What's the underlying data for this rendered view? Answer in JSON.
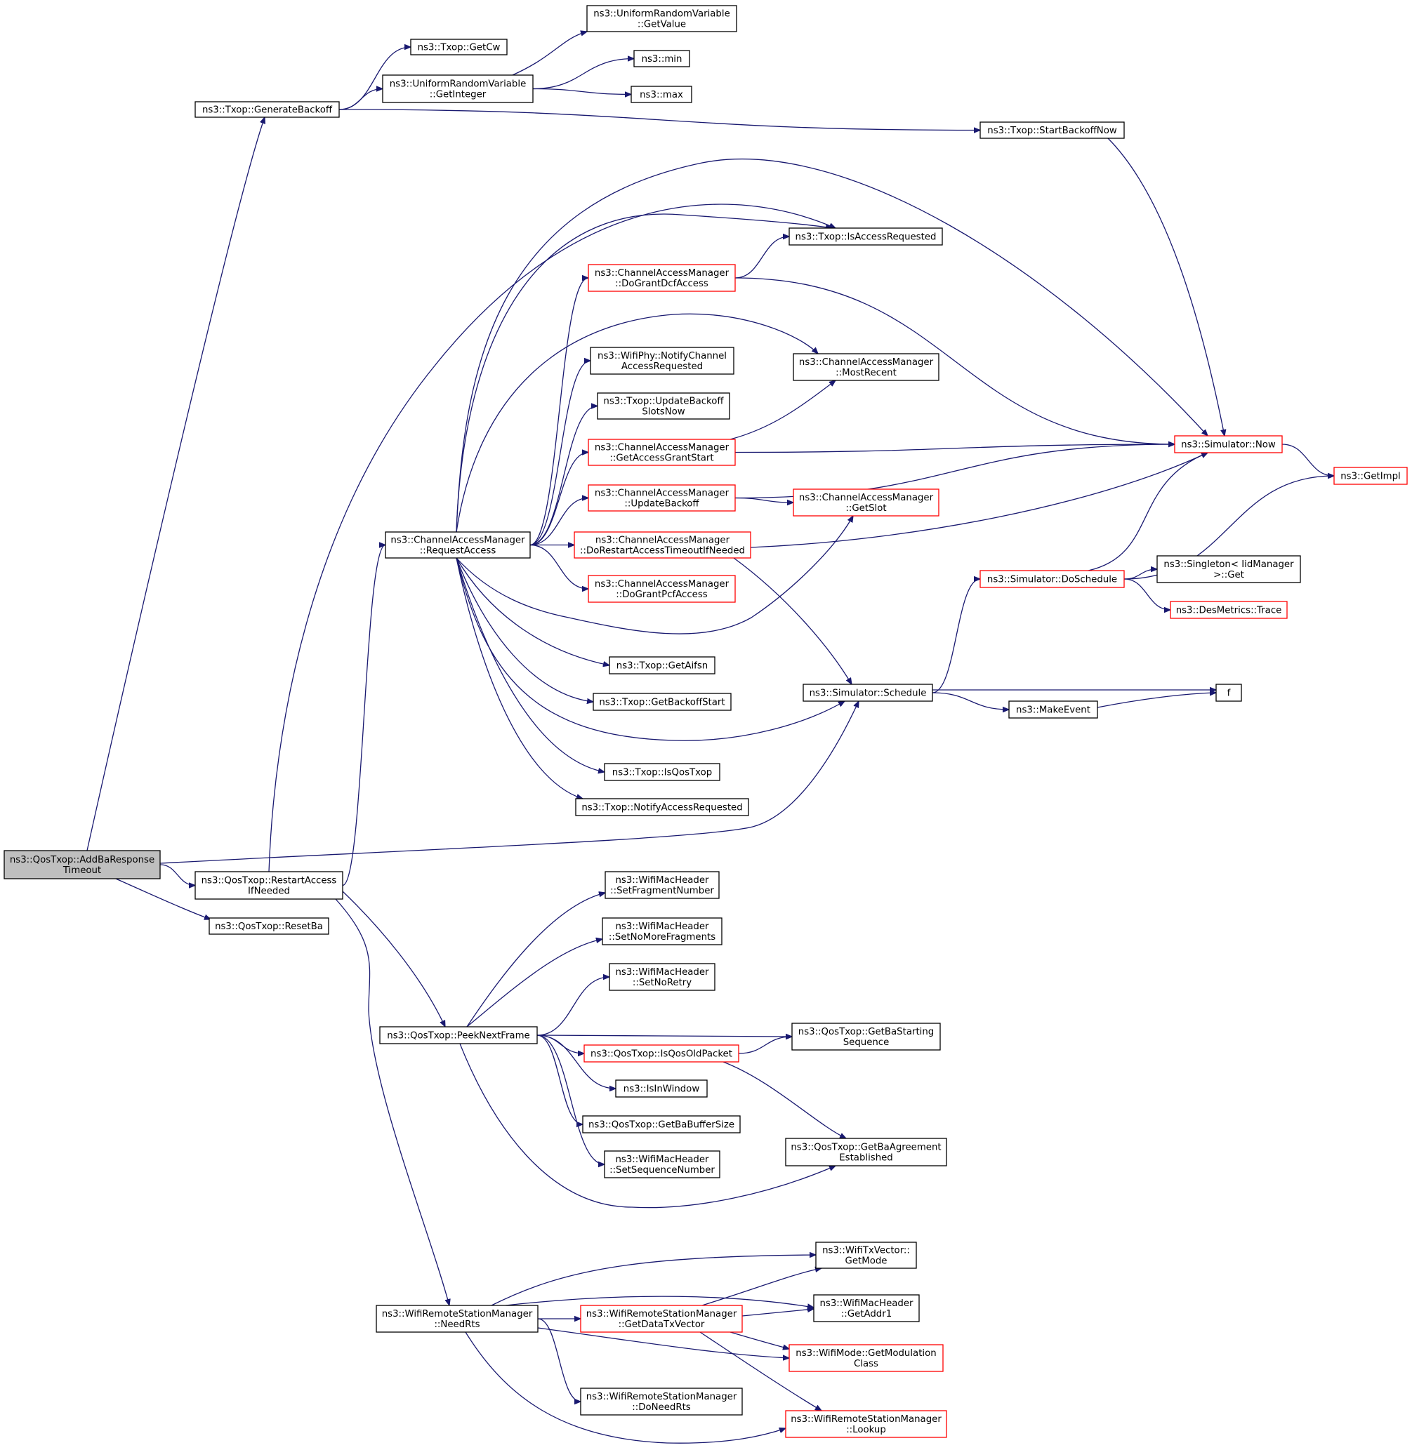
{
  "colors": {
    "edge": "#191970",
    "incomplete_border": "#ff0000",
    "normal_border": "#000000",
    "root_fill": "#bfbfbf"
  },
  "nodes": [
    {
      "id": "root",
      "lines": [
        "ns3::QosTxop::AddBaResponse",
        "Timeout"
      ],
      "style": "root"
    },
    {
      "id": "genBackoff",
      "lines": [
        "ns3::Txop::GenerateBackoff"
      ],
      "style": "normal"
    },
    {
      "id": "getCw",
      "lines": [
        "ns3::Txop::GetCw"
      ],
      "style": "normal"
    },
    {
      "id": "getInteger",
      "lines": [
        "ns3::UniformRandomVariable",
        "::GetInteger"
      ],
      "style": "normal"
    },
    {
      "id": "getValue",
      "lines": [
        "ns3::UniformRandomVariable",
        "::GetValue"
      ],
      "style": "normal"
    },
    {
      "id": "min",
      "lines": [
        "ns3::min"
      ],
      "style": "normal"
    },
    {
      "id": "max",
      "lines": [
        "ns3::max"
      ],
      "style": "normal"
    },
    {
      "id": "startBackoff",
      "lines": [
        "ns3::Txop::StartBackoffNow"
      ],
      "style": "normal"
    },
    {
      "id": "isAccessReq",
      "lines": [
        "ns3::Txop::IsAccessRequested"
      ],
      "style": "normal"
    },
    {
      "id": "doGrantDcf",
      "lines": [
        "ns3::ChannelAccessManager",
        "::DoGrantDcfAccess"
      ],
      "style": "red"
    },
    {
      "id": "mostRecent",
      "lines": [
        "ns3::ChannelAccessManager",
        "::MostRecent"
      ],
      "style": "normal"
    },
    {
      "id": "notifyChannel",
      "lines": [
        "ns3::WifiPhy::NotifyChannel",
        "AccessRequested"
      ],
      "style": "normal"
    },
    {
      "id": "updateBackoffSlots",
      "lines": [
        "ns3::Txop::UpdateBackoff",
        "SlotsNow"
      ],
      "style": "normal"
    },
    {
      "id": "getAccessGrant",
      "lines": [
        "ns3::ChannelAccessManager",
        "::GetAccessGrantStart"
      ],
      "style": "red"
    },
    {
      "id": "simNow",
      "lines": [
        "ns3::Simulator::Now"
      ],
      "style": "red"
    },
    {
      "id": "getImpl",
      "lines": [
        "ns3::GetImpl"
      ],
      "style": "red"
    },
    {
      "id": "updateBackoff",
      "lines": [
        "ns3::ChannelAccessManager",
        "::UpdateBackoff"
      ],
      "style": "red"
    },
    {
      "id": "getSlot",
      "lines": [
        "ns3::ChannelAccessManager",
        "::GetSlot"
      ],
      "style": "red"
    },
    {
      "id": "requestAccess",
      "lines": [
        "ns3::ChannelAccessManager",
        "::RequestAccess"
      ],
      "style": "normal"
    },
    {
      "id": "doRestart",
      "lines": [
        "ns3::ChannelAccessManager",
        "::DoRestartAccessTimeoutIfNeeded"
      ],
      "style": "red"
    },
    {
      "id": "doSchedule",
      "lines": [
        "ns3::Simulator::DoSchedule"
      ],
      "style": "red"
    },
    {
      "id": "singleton",
      "lines": [
        "ns3::Singleton< IidManager",
        ">::Get"
      ],
      "style": "normal"
    },
    {
      "id": "doGrantPcf",
      "lines": [
        "ns3::ChannelAccessManager",
        "::DoGrantPcfAccess"
      ],
      "style": "red"
    },
    {
      "id": "desTrace",
      "lines": [
        "ns3::DesMetrics::Trace"
      ],
      "style": "red"
    },
    {
      "id": "getAifsn",
      "lines": [
        "ns3::Txop::GetAifsn"
      ],
      "style": "normal"
    },
    {
      "id": "schedule",
      "lines": [
        "ns3::Simulator::Schedule"
      ],
      "style": "normal"
    },
    {
      "id": "f",
      "lines": [
        "f"
      ],
      "style": "normal"
    },
    {
      "id": "getBackoffStart",
      "lines": [
        "ns3::Txop::GetBackoffStart"
      ],
      "style": "normal"
    },
    {
      "id": "makeEvent",
      "lines": [
        "ns3::MakeEvent"
      ],
      "style": "normal"
    },
    {
      "id": "isQosTxop",
      "lines": [
        "ns3::Txop::IsQosTxop"
      ],
      "style": "normal"
    },
    {
      "id": "notifyAccessReq",
      "lines": [
        "ns3::Txop::NotifyAccessRequested"
      ],
      "style": "normal"
    },
    {
      "id": "restartAccess",
      "lines": [
        "ns3::QosTxop::RestartAccess",
        "IfNeeded"
      ],
      "style": "normal"
    },
    {
      "id": "resetBa",
      "lines": [
        "ns3::QosTxop::ResetBa"
      ],
      "style": "normal"
    },
    {
      "id": "setFragNum",
      "lines": [
        "ns3::WifiMacHeader",
        "::SetFragmentNumber"
      ],
      "style": "normal"
    },
    {
      "id": "setNoMoreFrag",
      "lines": [
        "ns3::WifiMacHeader",
        "::SetNoMoreFragments"
      ],
      "style": "normal"
    },
    {
      "id": "setNoRetry",
      "lines": [
        "ns3::WifiMacHeader",
        "::SetNoRetry"
      ],
      "style": "normal"
    },
    {
      "id": "peekNext",
      "lines": [
        "ns3::QosTxop::PeekNextFrame"
      ],
      "style": "normal"
    },
    {
      "id": "getBaStartSeq",
      "lines": [
        "ns3::QosTxop::GetBaStarting",
        "Sequence"
      ],
      "style": "normal"
    },
    {
      "id": "isQosOld",
      "lines": [
        "ns3::QosTxop::IsQosOldPacket"
      ],
      "style": "red"
    },
    {
      "id": "isInWindow",
      "lines": [
        "ns3::IsInWindow"
      ],
      "style": "normal"
    },
    {
      "id": "getBaBuffer",
      "lines": [
        "ns3::QosTxop::GetBaBufferSize"
      ],
      "style": "normal"
    },
    {
      "id": "getBaAgreement",
      "lines": [
        "ns3::QosTxop::GetBaAgreement",
        "Established"
      ],
      "style": "normal"
    },
    {
      "id": "setSeqNum",
      "lines": [
        "ns3::WifiMacHeader",
        "::SetSequenceNumber"
      ],
      "style": "normal"
    },
    {
      "id": "getMode",
      "lines": [
        "ns3::WifiTxVector::",
        "GetMode"
      ],
      "style": "normal"
    },
    {
      "id": "needRts",
      "lines": [
        "ns3::WifiRemoteStationManager",
        "::NeedRts"
      ],
      "style": "normal"
    },
    {
      "id": "getDataTx",
      "lines": [
        "ns3::WifiRemoteStationManager",
        "::GetDataTxVector"
      ],
      "style": "red"
    },
    {
      "id": "getAddr1",
      "lines": [
        "ns3::WifiMacHeader",
        "::GetAddr1"
      ],
      "style": "normal"
    },
    {
      "id": "getModClass",
      "lines": [
        "ns3::WifiMode::GetModulation",
        "Class"
      ],
      "style": "red"
    },
    {
      "id": "doNeedRts",
      "lines": [
        "ns3::WifiRemoteStationManager",
        "::DoNeedRts"
      ],
      "style": "normal"
    },
    {
      "id": "lookup",
      "lines": [
        "ns3::WifiRemoteStationManager",
        "::Lookup"
      ],
      "style": "red"
    }
  ],
  "edges": [
    [
      "root",
      "genBackoff"
    ],
    [
      "root",
      "restartAccess"
    ],
    [
      "root",
      "resetBa"
    ],
    [
      "root",
      "schedule"
    ],
    [
      "genBackoff",
      "getCw"
    ],
    [
      "genBackoff",
      "getInteger"
    ],
    [
      "genBackoff",
      "startBackoff"
    ],
    [
      "getInteger",
      "getValue"
    ],
    [
      "getInteger",
      "min"
    ],
    [
      "getInteger",
      "max"
    ],
    [
      "startBackoff",
      "simNow"
    ],
    [
      "restartAccess",
      "isAccessReq"
    ],
    [
      "restartAccess",
      "requestAccess"
    ],
    [
      "restartAccess",
      "peekNext"
    ],
    [
      "restartAccess",
      "needRts"
    ],
    [
      "requestAccess",
      "simNow"
    ],
    [
      "requestAccess",
      "isAccessReq"
    ],
    [
      "requestAccess",
      "doGrantDcf"
    ],
    [
      "requestAccess",
      "mostRecent"
    ],
    [
      "requestAccess",
      "notifyChannel"
    ],
    [
      "requestAccess",
      "updateBackoffSlots"
    ],
    [
      "requestAccess",
      "getAccessGrant"
    ],
    [
      "requestAccess",
      "updateBackoff"
    ],
    [
      "requestAccess",
      "doRestart"
    ],
    [
      "requestAccess",
      "doGrantPcf"
    ],
    [
      "requestAccess",
      "getSlot"
    ],
    [
      "requestAccess",
      "getAifsn"
    ],
    [
      "requestAccess",
      "getBackoffStart"
    ],
    [
      "requestAccess",
      "schedule"
    ],
    [
      "requestAccess",
      "isQosTxop"
    ],
    [
      "requestAccess",
      "notifyAccessReq"
    ],
    [
      "doGrantDcf",
      "isAccessReq"
    ],
    [
      "doGrantDcf",
      "simNow"
    ],
    [
      "getAccessGrant",
      "mostRecent"
    ],
    [
      "getAccessGrant",
      "simNow"
    ],
    [
      "updateBackoff",
      "simNow"
    ],
    [
      "updateBackoff",
      "getSlot"
    ],
    [
      "doRestart",
      "simNow"
    ],
    [
      "doRestart",
      "schedule"
    ],
    [
      "simNow",
      "getImpl"
    ],
    [
      "doSchedule",
      "simNow"
    ],
    [
      "doSchedule",
      "getImpl"
    ],
    [
      "doSchedule",
      "singleton"
    ],
    [
      "doSchedule",
      "desTrace"
    ],
    [
      "schedule",
      "doSchedule"
    ],
    [
      "schedule",
      "f"
    ],
    [
      "schedule",
      "makeEvent"
    ],
    [
      "makeEvent",
      "f"
    ],
    [
      "peekNext",
      "setFragNum"
    ],
    [
      "peekNext",
      "setNoMoreFrag"
    ],
    [
      "peekNext",
      "setNoRetry"
    ],
    [
      "peekNext",
      "getBaStartSeq"
    ],
    [
      "peekNext",
      "isQosOld"
    ],
    [
      "peekNext",
      "isInWindow"
    ],
    [
      "peekNext",
      "getBaBuffer"
    ],
    [
      "peekNext",
      "setSeqNum"
    ],
    [
      "peekNext",
      "getBaAgreement"
    ],
    [
      "isQosOld",
      "getBaStartSeq"
    ],
    [
      "isQosOld",
      "getBaAgreement"
    ],
    [
      "needRts",
      "getMode"
    ],
    [
      "needRts",
      "getAddr1"
    ],
    [
      "needRts",
      "getDataTx"
    ],
    [
      "needRts",
      "getModClass"
    ],
    [
      "needRts",
      "doNeedRts"
    ],
    [
      "needRts",
      "lookup"
    ],
    [
      "getDataTx",
      "getMode"
    ],
    [
      "getDataTx",
      "getAddr1"
    ],
    [
      "getDataTx",
      "getModClass"
    ],
    [
      "getDataTx",
      "lookup"
    ]
  ]
}
